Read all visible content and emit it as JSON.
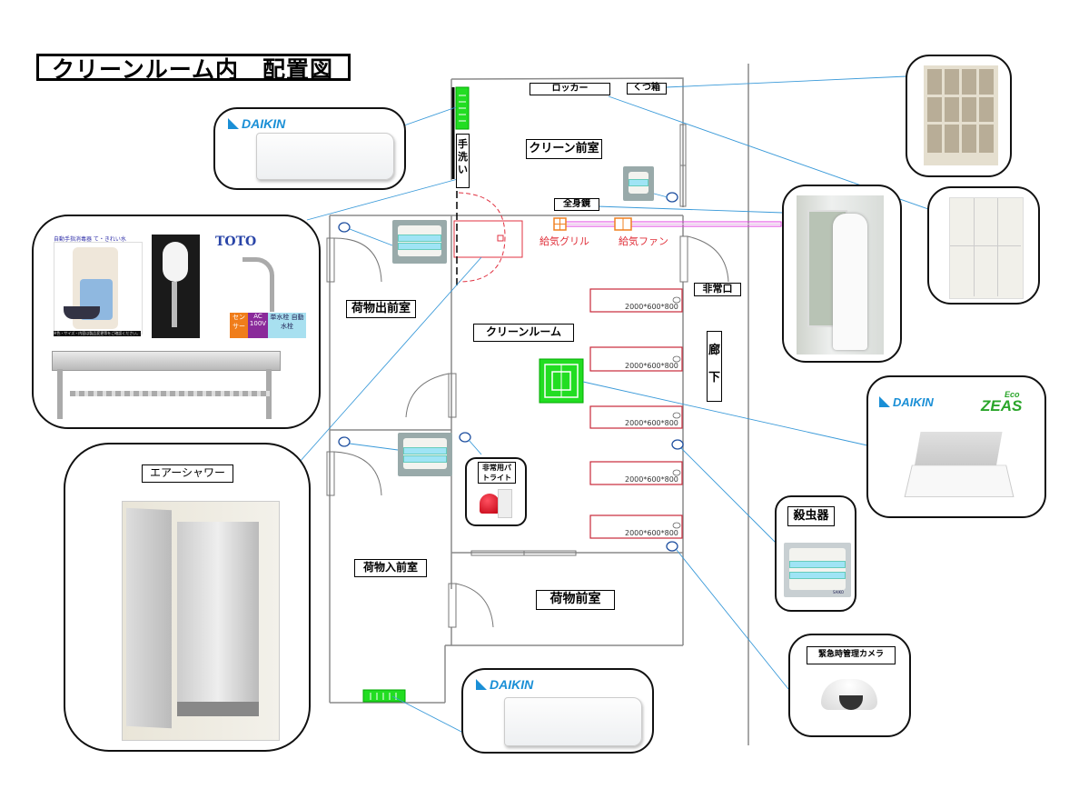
{
  "title": "クリーンルーム内　配置図",
  "rooms": {
    "clean_anteroom": "クリーン前室",
    "cleanroom": "クリーンルーム",
    "cargo_out_anteroom": "荷物出前室",
    "cargo_in_anteroom": "荷物入前室",
    "cargo_anteroom": "荷物前室",
    "corridor": "廊下",
    "emergency_exit": "非常口"
  },
  "fixtures": {
    "locker": "ロッカー",
    "shoe_rack": "くつ箱",
    "handwash": "手洗い",
    "full_mirror": "全身鏡",
    "supply_grille": "給気グリル",
    "supply_fan": "給気ファン",
    "patlite": "非常用パトライト",
    "bench_dims": [
      "2000*600*800",
      "2000*600*800",
      "2000*600*800",
      "2000*600*800",
      "2000*600*800"
    ]
  },
  "callouts": {
    "daikin_brand": "DAIKIN",
    "eco_zeas": "ZEAS",
    "eco_word": "Eco",
    "toto_brand": "TOTO",
    "dispenser_caption": "自動手指消毒器 て・きれい水",
    "dispenser_note": "※色・サイズ・内容は製品変更等をご確認ください。",
    "faucet_tags": [
      "センサー",
      "AC 100V",
      "単水栓 自動水栓"
    ],
    "air_shower": "エアーシャワー",
    "insect_killer": "殺虫器",
    "camera": "緊急時管理カメラ",
    "saiko_logo": "SAIKO"
  },
  "colors": {
    "wall": "#8a8a8a",
    "leader": "#3a9ad9",
    "bench": "#c8283a",
    "ac_green": "#22dd22",
    "duct": "#e040e0",
    "grille": "#f08020"
  }
}
